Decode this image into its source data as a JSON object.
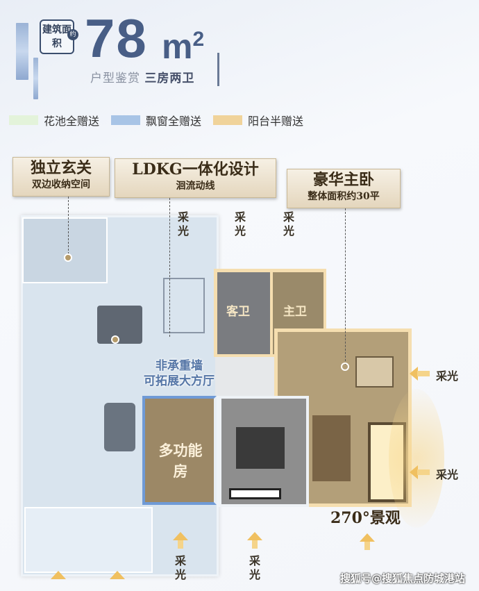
{
  "header": {
    "area_badge": "建筑面积",
    "approx": "约",
    "area_value": "78",
    "area_unit": "m",
    "area_unit_sup": "2",
    "subtitle_a": "户型鉴赏",
    "subtitle_b": "三房两卫"
  },
  "legend": [
    {
      "label": "花池全赠送",
      "color": "#e3f3da"
    },
    {
      "label": "飘窗全赠送",
      "color": "#a8c4e6"
    },
    {
      "label": "阳台半赠送",
      "color": "#f0d39a"
    }
  ],
  "callouts": [
    {
      "title": "独立玄关",
      "sub": "双边收纳空间"
    },
    {
      "title": "LDKG一体化设计",
      "sub": "洄流动线"
    },
    {
      "title": "豪华主卧",
      "sub": "整体面积约30平"
    }
  ],
  "rooms": {
    "guest_bath": "客卫",
    "master_bath": "主卫",
    "multi_room": "多功能房",
    "wall_note_1": "非承重墙",
    "wall_note_2": "可拓展大方厅",
    "view": "270°景观"
  },
  "light_label": "采光",
  "watermark": "搜狐号@搜狐焦点防城港站"
}
